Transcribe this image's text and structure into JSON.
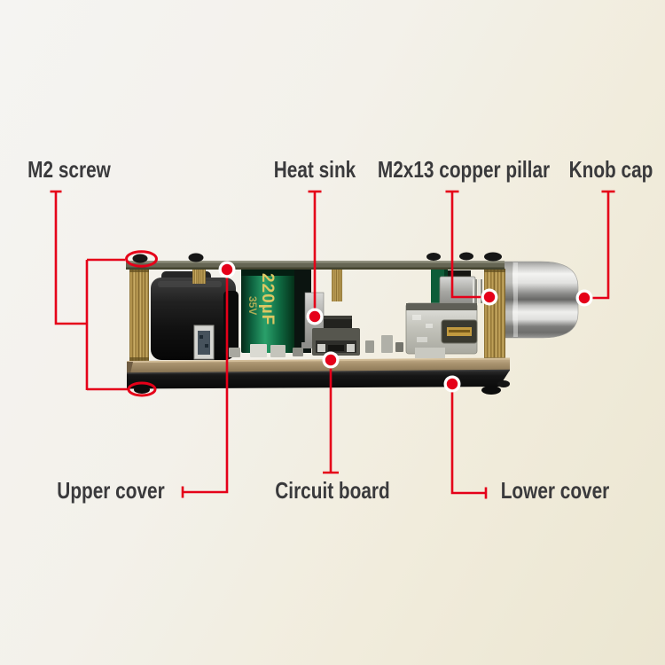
{
  "colors": {
    "annotation_red": "#e50019",
    "label_text": "#3a3a3c",
    "background_top_left": "#f5f4f2",
    "background_bottom_right": "#ebe6d1"
  },
  "callouts": {
    "top": [
      {
        "id": "m2-screw",
        "label": "M2 screw"
      },
      {
        "id": "heat-sink",
        "label": "Heat sink"
      },
      {
        "id": "copper-pillar",
        "label": "M2x13 copper pillar"
      },
      {
        "id": "knob-cap",
        "label": "Knob cap"
      }
    ],
    "bottom": [
      {
        "id": "upper-cover",
        "label": "Upper cover"
      },
      {
        "id": "circuit-board",
        "label": "Circuit board"
      },
      {
        "id": "lower-cover",
        "label": "Lower cover"
      }
    ]
  },
  "board_text": {
    "capacitor_value": "220µF",
    "capacitor_voltage": "35V"
  }
}
